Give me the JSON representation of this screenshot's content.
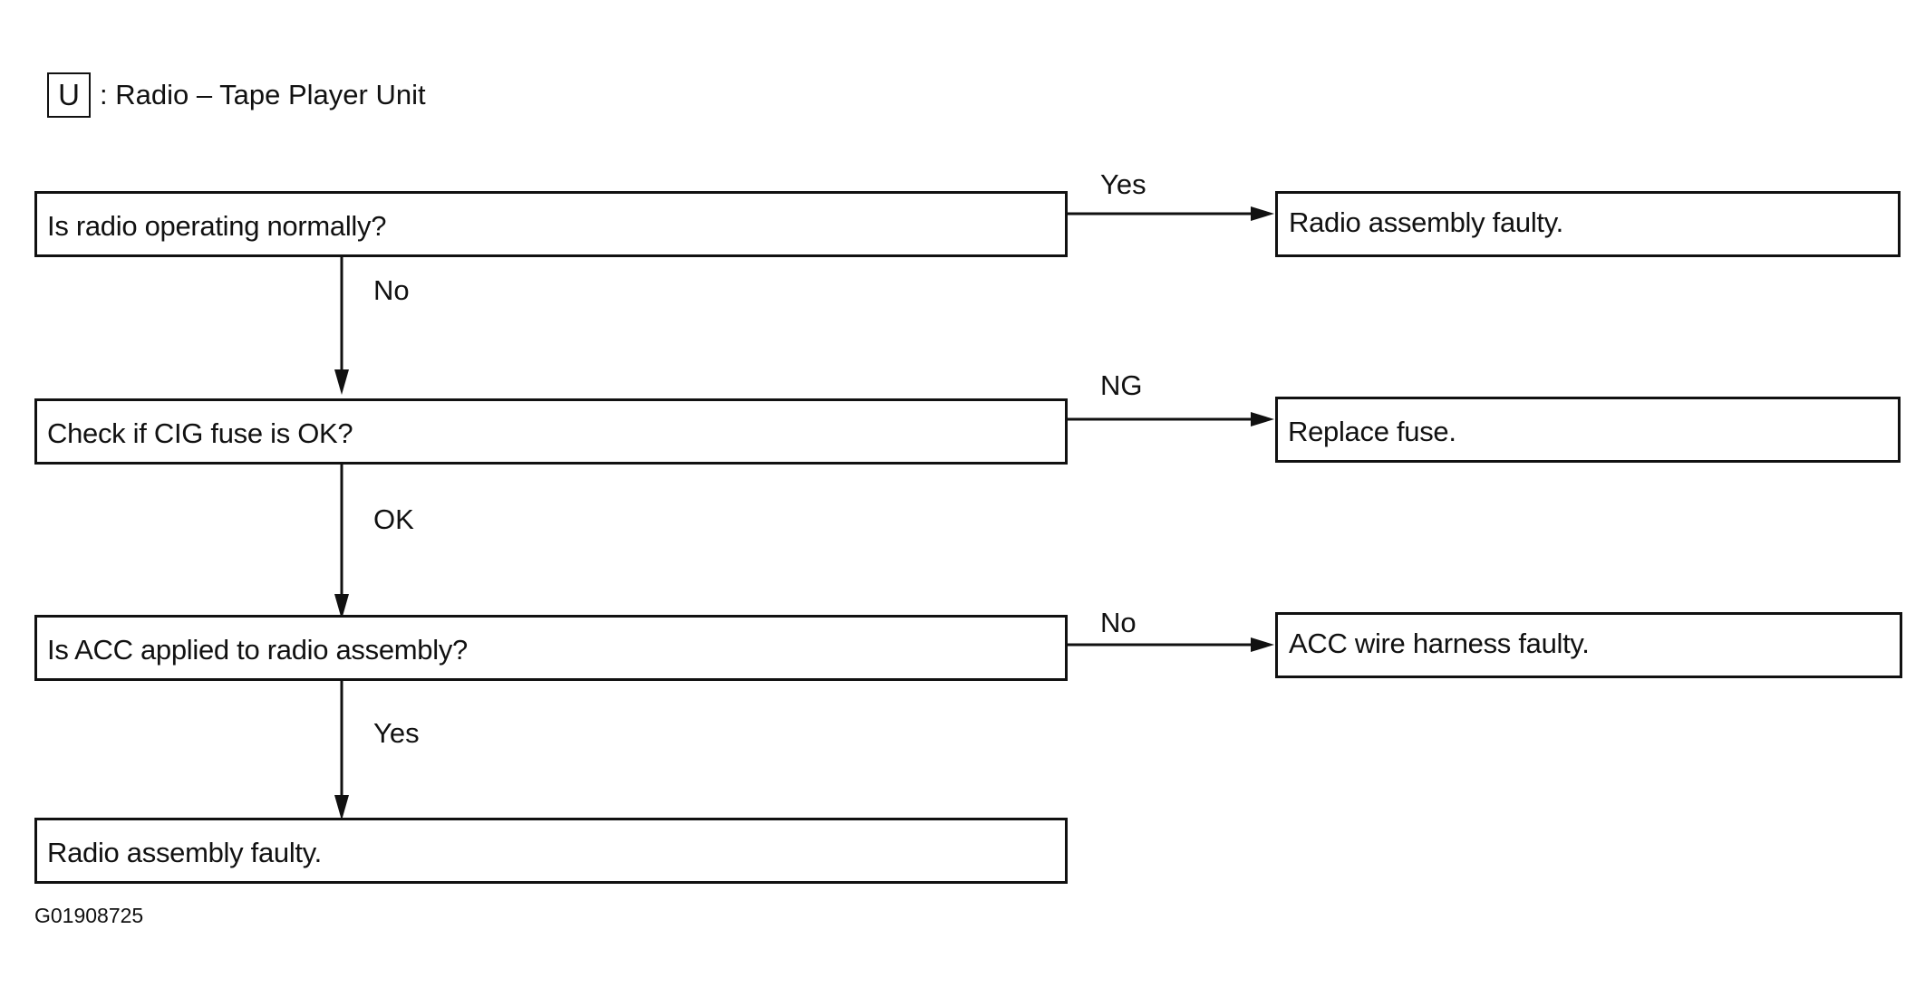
{
  "legend": {
    "key": "U",
    "text": ": Radio – Tape Player Unit"
  },
  "decisions": [
    {
      "text": "Is radio operating normally?"
    },
    {
      "text": "Check if CIG fuse is OK?"
    },
    {
      "text": "Is ACC applied to radio assembly?"
    },
    {
      "text": "Radio assembly faulty."
    }
  ],
  "outcomes": [
    {
      "text": "Radio assembly faulty."
    },
    {
      "text": "Replace fuse."
    },
    {
      "text": "ACC wire harness faulty."
    }
  ],
  "branch_labels": {
    "right": [
      "Yes",
      "NG",
      "No"
    ],
    "down": [
      "No",
      "OK",
      "Yes"
    ]
  },
  "figure_code": "G01908725"
}
